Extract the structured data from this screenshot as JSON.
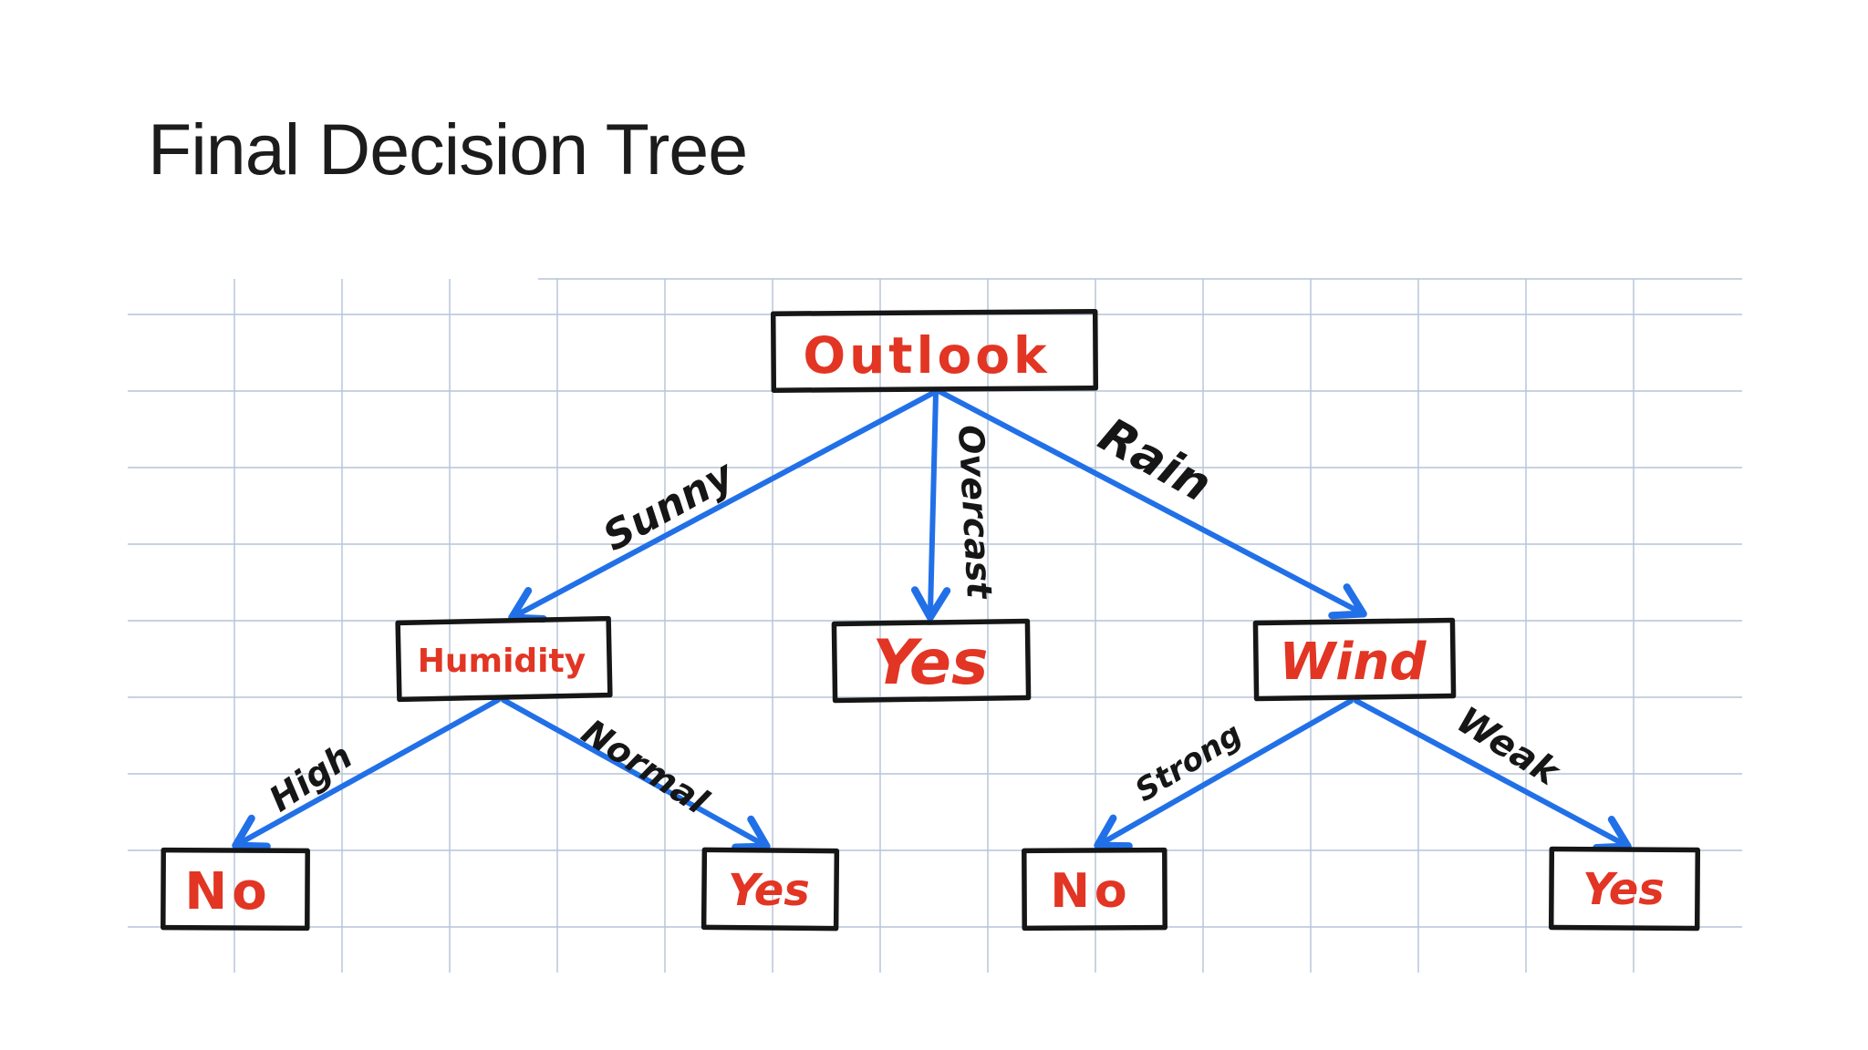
{
  "title": "Final Decision Tree",
  "colors": {
    "arrow_blue": "#2170e8",
    "node_text_red": "#e23524",
    "ink_black": "#161616",
    "grid_line": "#b9c7da",
    "background": "#ffffff"
  },
  "diagram": {
    "type": "decision-tree",
    "nodes": [
      {
        "id": "outlook",
        "label": "Outlook",
        "type": "decision"
      },
      {
        "id": "humidity",
        "label": "Humidity",
        "type": "decision"
      },
      {
        "id": "yes_overcast",
        "label": "Yes",
        "type": "leaf"
      },
      {
        "id": "wind",
        "label": "Wind",
        "type": "decision"
      },
      {
        "id": "no_high",
        "label": "No",
        "type": "leaf"
      },
      {
        "id": "yes_normal",
        "label": "Yes",
        "type": "leaf"
      },
      {
        "id": "no_strong",
        "label": "No",
        "type": "leaf"
      },
      {
        "id": "yes_weak",
        "label": "Yes",
        "type": "leaf"
      }
    ],
    "edges": [
      {
        "from": "outlook",
        "to": "humidity",
        "label": "Sunny"
      },
      {
        "from": "outlook",
        "to": "yes_overcast",
        "label": "Overcast"
      },
      {
        "from": "outlook",
        "to": "wind",
        "label": "Rain"
      },
      {
        "from": "humidity",
        "to": "no_high",
        "label": "High"
      },
      {
        "from": "humidity",
        "to": "yes_normal",
        "label": "Normal"
      },
      {
        "from": "wind",
        "to": "no_strong",
        "label": "Strong"
      },
      {
        "from": "wind",
        "to": "yes_weak",
        "label": "Weak"
      }
    ]
  }
}
